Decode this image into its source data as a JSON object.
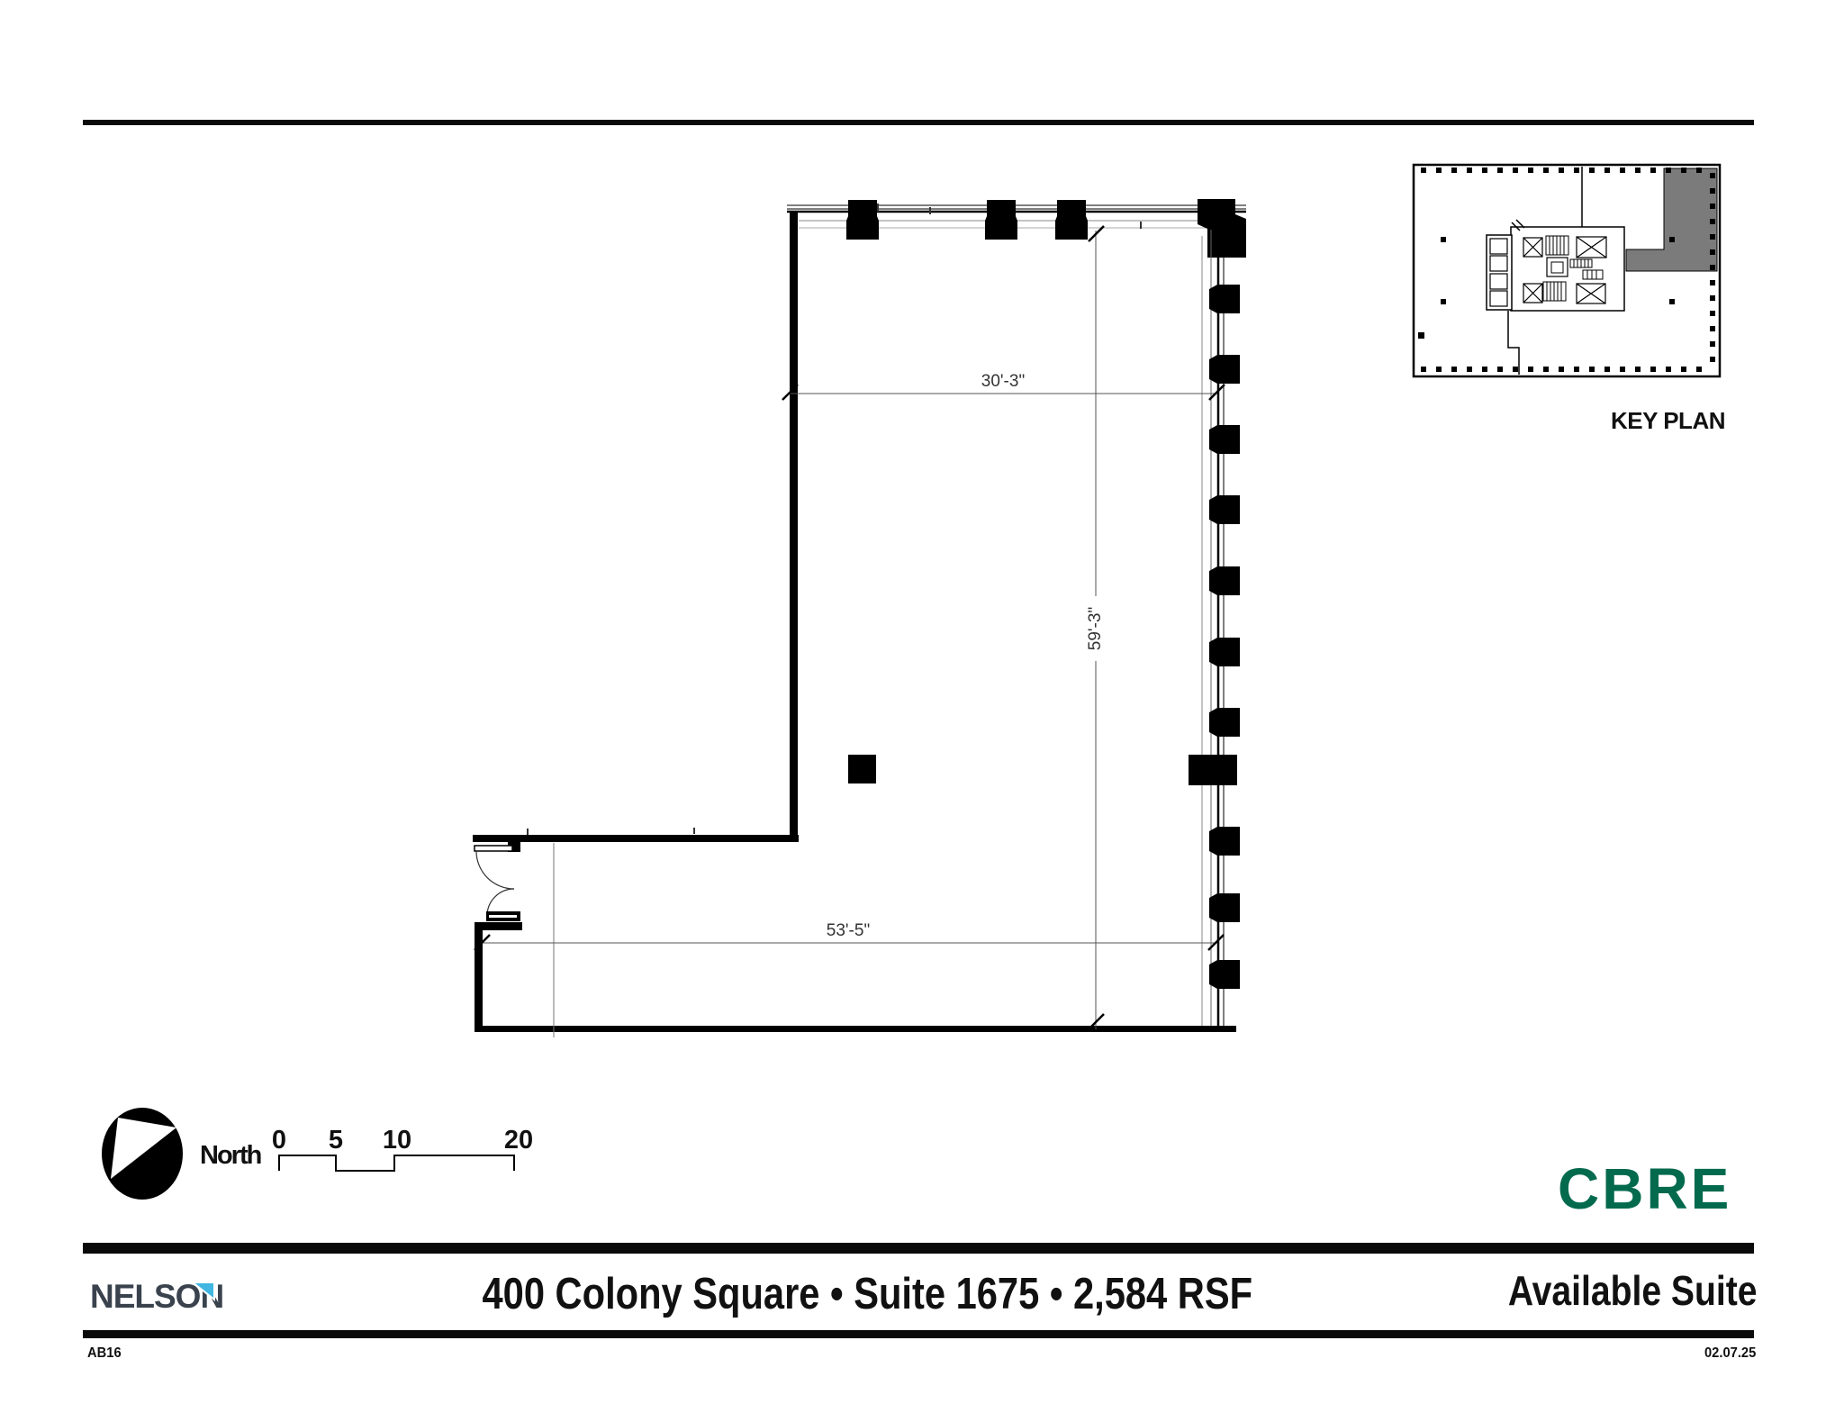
{
  "plan": {
    "dim_top": "30'-3\"",
    "dim_right": "59'-3\"",
    "dim_bottom": "53'-5\""
  },
  "key_plan": {
    "label": "KEY PLAN",
    "suite_fill": "#7b7b7b"
  },
  "compass": {
    "label": "North"
  },
  "scale_bar": {
    "ticks": [
      "0",
      "5",
      "10",
      "20"
    ]
  },
  "branding": {
    "cbre": "CBRE",
    "cbre_color": "#046A4E",
    "nelson": "NELSON",
    "nelson_color": "#39424D",
    "nelson_accent": "#41B6E0"
  },
  "footer": {
    "title": "400 Colony Square • Suite 1675 • 2,584 RSF",
    "right_label": "Available Suite",
    "sheet_code": "AB16",
    "date": "02.07.25"
  }
}
